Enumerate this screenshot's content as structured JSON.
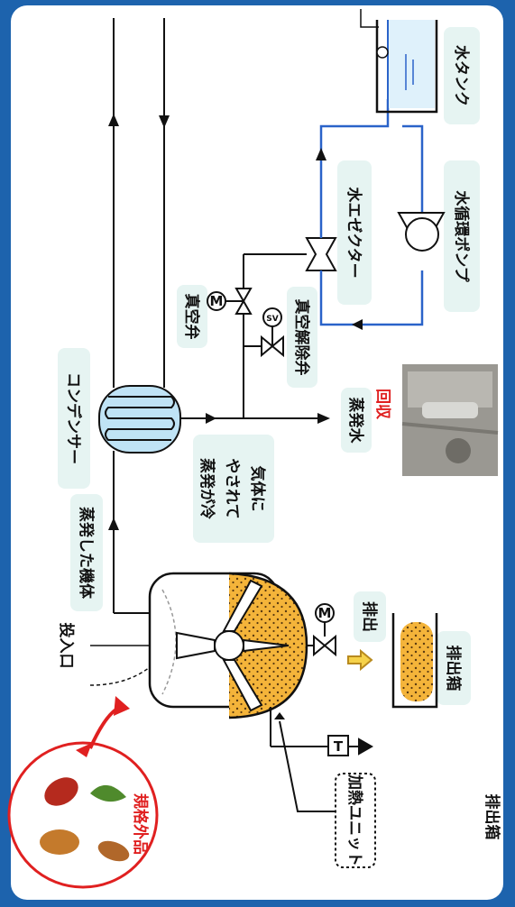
{
  "labels": {
    "water_tank": "水タンク",
    "water_ejector": "水エゼクター",
    "water_pump": "水循環ポンプ",
    "vacuum_valve": "真空弁",
    "vacuum_release_valve": "真空解除弁",
    "condenser": "コンデンサー",
    "evaporated_gas": "蒸発した機体",
    "cooled_note": [
      "蒸発が冷",
      "やされて",
      "気体に"
    ],
    "evaporated_water": "蒸発水",
    "recovery": "回収",
    "inlet": "投入口",
    "discharge": "排出",
    "discharge_box": "排出箱",
    "heating_unit": "加熱ユニット",
    "substandard": "規格外品",
    "bottom_label": "排出箱",
    "motor_mark": "M",
    "solenoid_mark": "SV",
    "temp_mark": "T"
  },
  "colors": {
    "frame_blue": "#1d63ad",
    "water_blue": "#2a63c9",
    "condenser_fill": "#bfe3f5",
    "material_yellow": "#f4b43a",
    "label_bg": "#e6f4f2",
    "red": "#e02020"
  }
}
